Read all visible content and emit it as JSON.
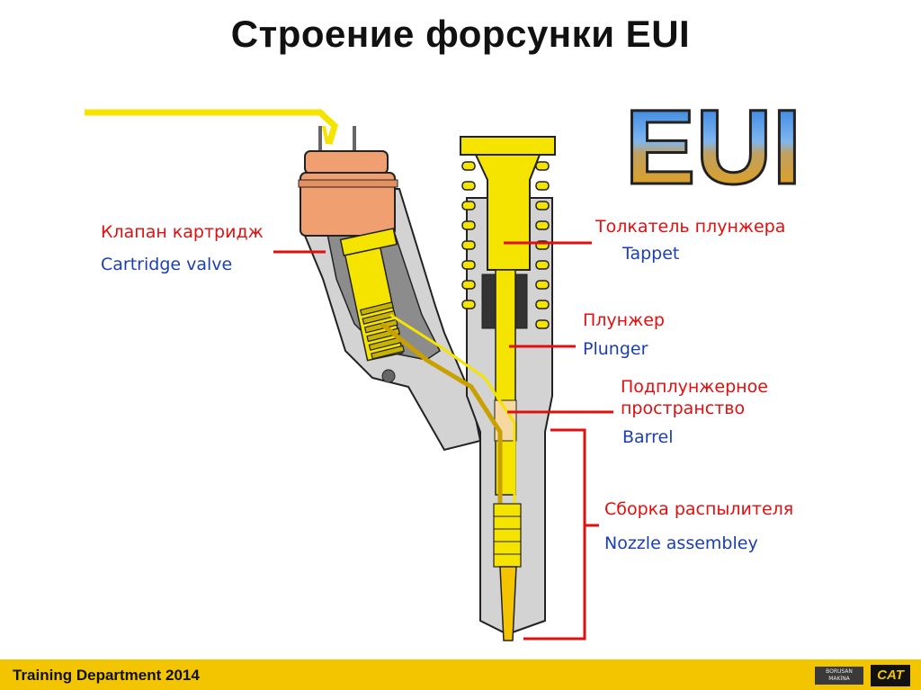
{
  "slide": {
    "title": "Строение форсунки EUI"
  },
  "logo": {
    "text": "EUI"
  },
  "labels": {
    "cartridge_ru": "Клапан картридж",
    "cartridge_en": "Cartridge valve",
    "tappet_ru": "Толкатель плунжера",
    "tappet_en": "Tappet",
    "plunger_ru": "Плунжер",
    "plunger_en": "Plunger",
    "barrel_ru_1": "Подплунжерное",
    "barrel_ru_2": "пространство",
    "barrel_en": "Barrel",
    "nozzle_ru": "Сборка распылителя",
    "nozzle_en": "Nozzle assembley"
  },
  "footer": {
    "text": "Training Department 2014",
    "borusan_1": "BORUSAN",
    "borusan_2": "MAKİNA",
    "cat": "CAT"
  },
  "colors": {
    "label_ru": "#e01010",
    "label_en": "#1c3fb0",
    "footer_bar": "#f2c500",
    "injector_body": "#d3d3d3",
    "fuel_yellow": "#f5e300",
    "solenoid": "#f0a070",
    "leader_lines": "#e01010"
  }
}
